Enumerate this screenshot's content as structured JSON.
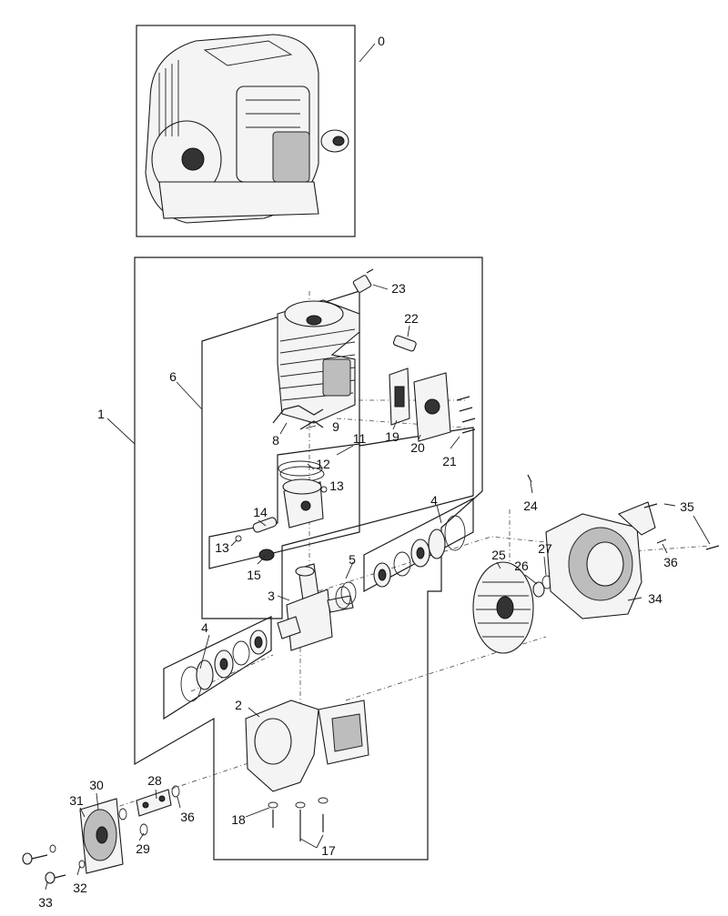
{
  "callouts": {
    "c0": "0",
    "c1": "1",
    "c2": "2",
    "c3": "3",
    "c4a": "4",
    "c4b": "4",
    "c5": "5",
    "c6": "6",
    "c8": "8",
    "c9": "9",
    "c11": "11",
    "c12": "12",
    "c13a": "13",
    "c13b": "13",
    "c14": "14",
    "c15": "15",
    "c17": "17",
    "c18": "18",
    "c19": "19",
    "c20": "20",
    "c21": "21",
    "c22": "22",
    "c23": "23",
    "c24": "24",
    "c25": "25",
    "c26": "26",
    "c27": "27",
    "c28": "28",
    "c29": "29",
    "c30": "30",
    "c31": "31",
    "c32": "32",
    "c33": "33",
    "c34": "34",
    "c35": "35",
    "c36a": "36",
    "c36b": "36"
  }
}
